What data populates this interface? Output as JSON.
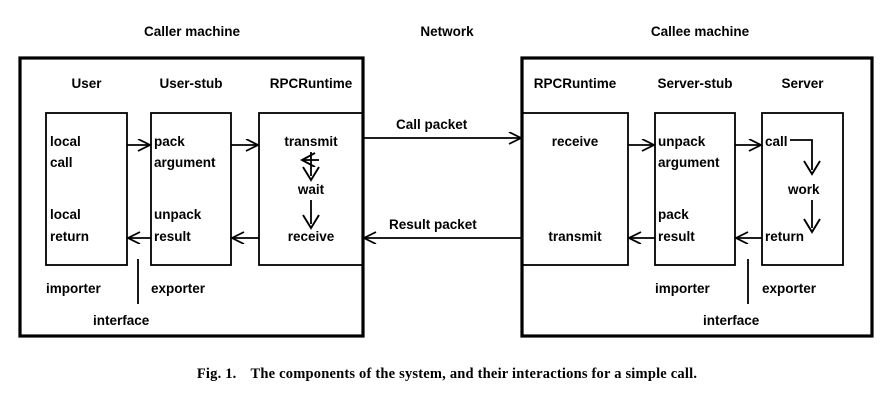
{
  "figure": {
    "caption_label": "Fig. 1.",
    "caption_text": "The components of the system, and their interactions for a simple call.",
    "stroke_color": "#000000",
    "background_color": "#ffffff"
  },
  "regions": {
    "caller": {
      "title": "Caller machine"
    },
    "network": {
      "title": "Network"
    },
    "callee": {
      "title": "Callee machine"
    }
  },
  "columns": {
    "user": {
      "title": "User"
    },
    "user_stub": {
      "title": "User-stub"
    },
    "caller_runtime": {
      "title": "RPCRuntime"
    },
    "callee_runtime": {
      "title": "RPCRuntime"
    },
    "server_stub": {
      "title": "Server-stub"
    },
    "server": {
      "title": "Server"
    }
  },
  "boxes": {
    "user": {
      "top_lines": [
        "local",
        "call"
      ],
      "bottom_lines": [
        "local",
        "return"
      ]
    },
    "user_stub": {
      "top_lines": [
        "pack",
        "argument"
      ],
      "bottom_lines": [
        "unpack",
        "result"
      ]
    },
    "caller_runtime": {
      "steps": [
        "transmit",
        "wait",
        "receive"
      ]
    },
    "callee_runtime": {
      "top_lines": [
        "receive"
      ],
      "bottom_lines": [
        "transmit"
      ]
    },
    "server_stub": {
      "top_lines": [
        "unpack",
        "argument"
      ],
      "bottom_lines": [
        "pack",
        "result"
      ]
    },
    "server": {
      "steps": [
        "call",
        "work",
        "return"
      ]
    }
  },
  "network_labels": {
    "call_packet": "Call packet",
    "result_packet": "Result packet"
  },
  "role_labels": {
    "caller_importer": "importer",
    "caller_exporter": "exporter",
    "caller_interface": "interface",
    "callee_importer": "importer",
    "callee_exporter": "exporter",
    "callee_interface": "interface"
  }
}
